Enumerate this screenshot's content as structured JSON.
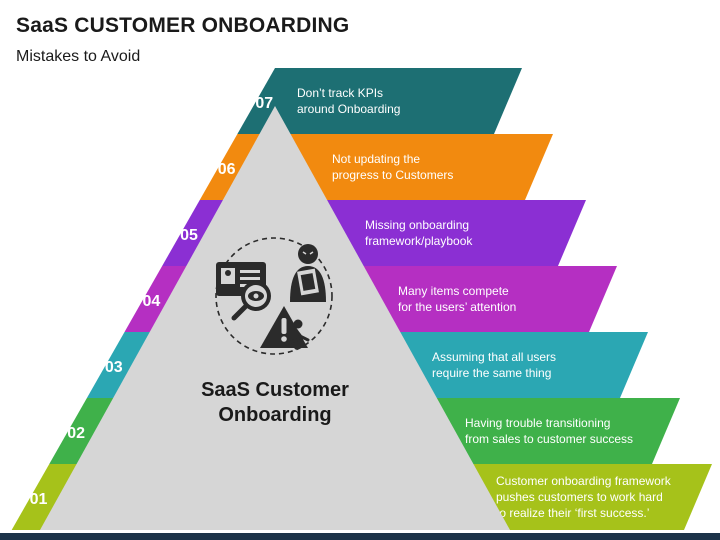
{
  "title": "SaaS CUSTOMER ONBOARDING",
  "subtitle": "Mistakes to Avoid",
  "center": {
    "line1": "SaaS Customer",
    "line2": "Onboarding"
  },
  "colors": {
    "07": "#1d6f73",
    "06": "#f28a0f",
    "05": "#8b2fd3",
    "04": "#b52fc2",
    "03": "#2ba7b3",
    "02": "#3fb14a",
    "01": "#a6c21a",
    "triangle": "#d6d6d6",
    "icon": "#2b2b2b",
    "bottom_bar": "#1d3349"
  },
  "steps": [
    {
      "number": "07",
      "lines": [
        "Don’t track KPIs",
        "around Onboarding"
      ]
    },
    {
      "number": "06",
      "lines": [
        "Not updating the",
        "progress to Customers"
      ]
    },
    {
      "number": "05",
      "lines": [
        "Missing onboarding",
        "framework/playbook"
      ]
    },
    {
      "number": "04",
      "lines": [
        "Many items compete",
        "for the users’ attention"
      ]
    },
    {
      "number": "03",
      "lines": [
        "Assuming that all users",
        "require the same thing"
      ]
    },
    {
      "number": "02",
      "lines": [
        "Having trouble transitioning",
        "from sales to customer success"
      ]
    },
    {
      "number": "01",
      "lines": [
        "Customer onboarding framework",
        "pushes customers to work hard",
        "to realize their ‘first success.’"
      ]
    }
  ],
  "icons": [
    "profile-card-icon",
    "person-with-document-icon",
    "magnifier-eye-icon",
    "warning-person-icon"
  ]
}
